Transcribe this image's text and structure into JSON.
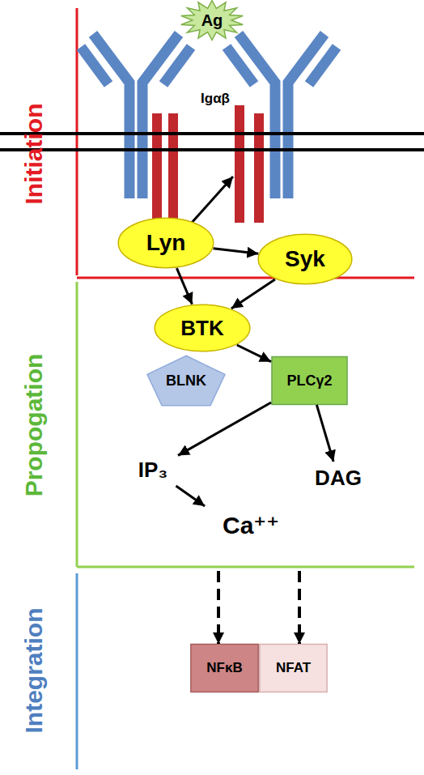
{
  "diagram": {
    "nodes": [
      {
        "text": [
          "Ag"
        ]
      },
      {
        "text": [
          "Lyn"
        ]
      },
      {
        "text": [
          "Syk"
        ]
      },
      {
        "text": [
          "BTK"
        ]
      },
      {
        "text": [
          "BLNK"
        ]
      },
      {
        "text": [
          "PLCγ2"
        ]
      },
      {
        "text": [
          "IP₃"
        ]
      },
      {
        "text": [
          "DAG"
        ]
      },
      {
        "text": [
          "Ca⁺⁺"
        ]
      },
      {
        "text": [
          "NFκB"
        ]
      },
      {
        "text": [
          "NFAT"
        ]
      }
    ],
    "edges": [
      {
        "from": 1,
        "to": 2,
        "arrow": "to"
      },
      {
        "from": 1,
        "to": 3,
        "arrow": "to"
      },
      {
        "from": 2,
        "to": 3,
        "arrow": "to"
      },
      {
        "from": 3,
        "to": 5,
        "arrow": "to"
      },
      {
        "from": 5,
        "to": 6,
        "arrow": "to"
      },
      {
        "from": 5,
        "to": 7,
        "arrow": "to"
      },
      {
        "from": 6,
        "to": 8,
        "arrow": "to"
      },
      {
        "from": 8,
        "to": 9,
        "arrow": "to"
      },
      {
        "from": 8,
        "to": 10,
        "arrow": "to"
      }
    ],
    "labels": [
      "Igαβ",
      "Initiation",
      "Propogation",
      "Integration"
    ]
  }
}
